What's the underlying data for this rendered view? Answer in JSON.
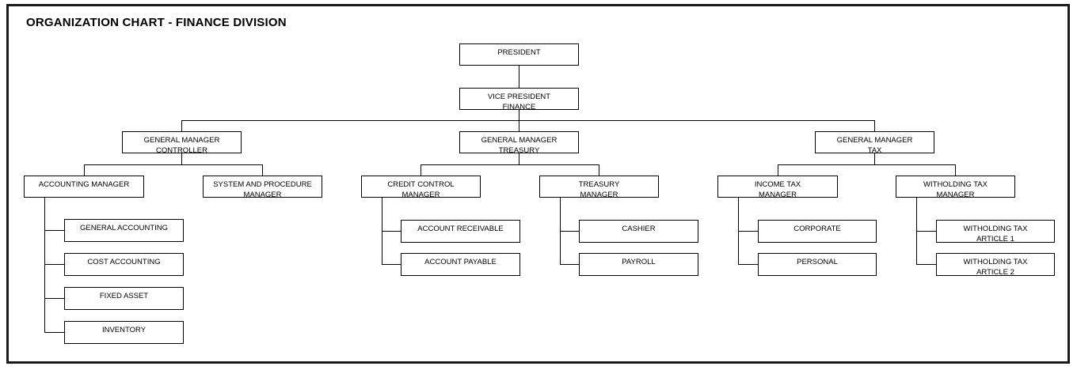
{
  "chart_data": {
    "type": "diagram",
    "title": "ORGANIZATION CHART - FINANCE DIVISION",
    "diagram_kind": "organization-chart",
    "orientation": "top-down-with-left-elbow-leaves",
    "node_count": 20,
    "level_count": 4
  },
  "title": "ORGANIZATION CHART - FINANCE DIVISION",
  "nodes": {
    "president": {
      "lines": [
        "PRESIDENT"
      ]
    },
    "vice_president": {
      "lines": [
        "VICE PRESIDENT",
        "FINANCE"
      ]
    },
    "gm_controller": {
      "lines": [
        "GENERAL MANAGER",
        "CONTROLLER"
      ]
    },
    "gm_treasury": {
      "lines": [
        "GENERAL MANAGER",
        "TREASURY"
      ]
    },
    "gm_tax": {
      "lines": [
        "GENERAL MANAGER",
        "TAX"
      ]
    },
    "accounting_manager": {
      "lines": [
        "ACCOUNTING MANAGER"
      ]
    },
    "system_procedure_manager": {
      "lines": [
        "SYSTEM AND PROCEDURE",
        "MANAGER"
      ]
    },
    "credit_control_manager": {
      "lines": [
        "CREDIT CONTROL",
        "MANAGER"
      ]
    },
    "treasury_manager": {
      "lines": [
        "TREASURY",
        "MANAGER"
      ]
    },
    "income_tax_manager": {
      "lines": [
        "INCOME TAX",
        "MANAGER"
      ]
    },
    "witholding_tax_manager": {
      "lines": [
        "WITHOLDING TAX",
        "MANAGER"
      ]
    },
    "general_accounting": {
      "lines": [
        "GENERAL ACCOUNTING"
      ]
    },
    "cost_accounting": {
      "lines": [
        "COST ACCOUNTING"
      ]
    },
    "fixed_asset": {
      "lines": [
        "FIXED ASSET"
      ]
    },
    "inventory": {
      "lines": [
        "INVENTORY"
      ]
    },
    "account_receivable": {
      "lines": [
        "ACCOUNT RECEIVABLE"
      ]
    },
    "account_payable": {
      "lines": [
        "ACCOUNT PAYABLE"
      ]
    },
    "cashier": {
      "lines": [
        "CASHIER"
      ]
    },
    "payroll": {
      "lines": [
        "PAYROLL"
      ]
    },
    "corporate": {
      "lines": [
        "CORPORATE"
      ]
    },
    "personal": {
      "lines": [
        "PERSONAL"
      ]
    },
    "witholding_tax_article_1": {
      "lines": [
        "WITHOLDING TAX",
        "ARTICLE 1"
      ]
    },
    "witholding_tax_article_2": {
      "lines": [
        "WITHOLDING TAX",
        "ARTICLE 2"
      ]
    }
  },
  "colors": {
    "border": "#000000",
    "frame": "#1a1a1a",
    "text": "#000000",
    "background": "#ffffff"
  }
}
